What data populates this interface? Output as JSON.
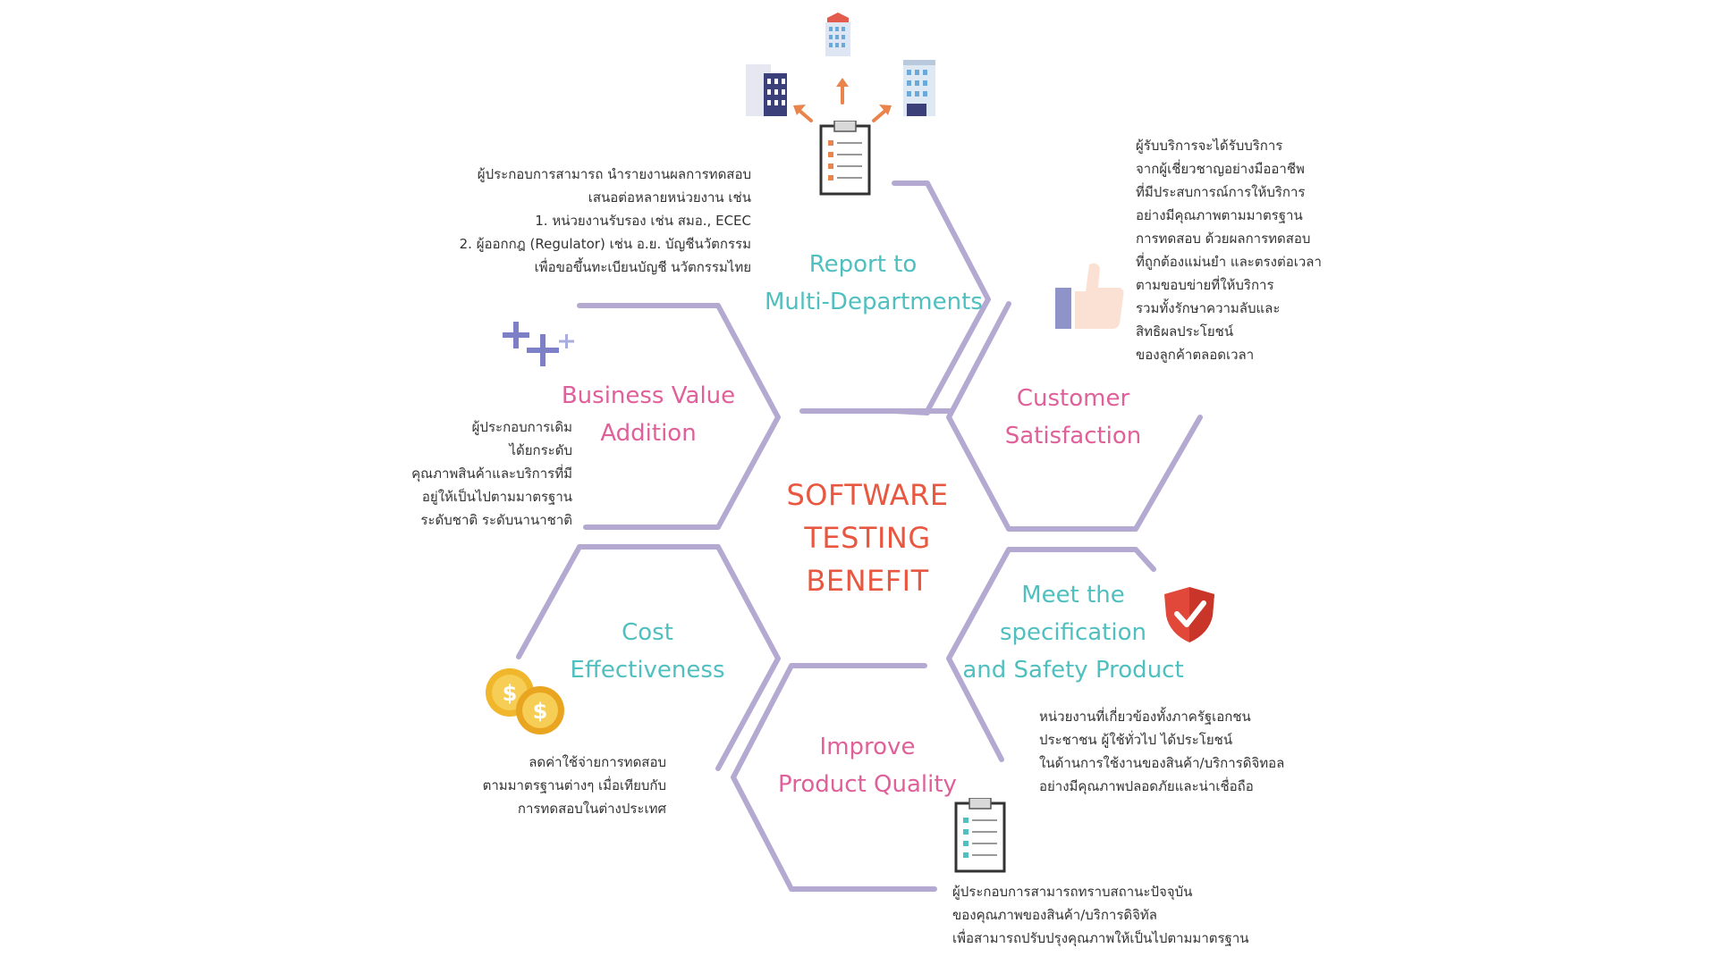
{
  "center": {
    "lines": [
      "SOFTWARE",
      "TESTING",
      "BENEFIT"
    ],
    "color": "#e8573f"
  },
  "colors": {
    "hex_line": "#b3a9d1",
    "teal": "#4fbfbf",
    "pink": "#e0609a",
    "text": "#333333"
  },
  "benefits": {
    "report": {
      "title": [
        "Report to",
        "Multi-Departments"
      ],
      "desc": [
        "ผู้ประกอบการสามารถ นำรายงานผลการทดสอบ",
        "เสนอต่อหลายหน่วยงาน เช่น",
        "1. หน่วยงานรับรอง เช่น สมอ., ECEC",
        "2. ผู้ออกกฎ (Regulator) เช่น อ.ย. บัญชีนวัตกรรม",
        "เพื่อขอขึ้นทะเบียนบัญชี นวัตกรรมไทย"
      ],
      "icons": [
        "buildings-icon",
        "up-arrows-icon",
        "clipboard-checklist-icon"
      ]
    },
    "customer": {
      "title": [
        "Customer",
        "Satisfaction"
      ],
      "desc": [
        "ผู้รับบริการจะได้รับบริการ",
        "จากผู้เชี่ยวชาญอย่างมืออาชีพ",
        "ที่มีประสบการณ์การให้บริการ",
        "อย่างมีคุณภาพตามมาตรฐาน",
        "การทดสอบ ด้วยผลการทดสอบ",
        "ที่ถูกต้องแม่นยำ และตรงต่อเวลา",
        "ตามขอบข่ายที่ให้บริการ",
        "รวมทั้งรักษาความลับและ",
        "สิทธิผลประโยชน์",
        "ของลูกค้าตลอดเวลา"
      ],
      "icons": [
        "thumbs-up-icon"
      ]
    },
    "business": {
      "title": [
        "Business Value",
        "Addition"
      ],
      "desc": [
        "ผู้ประกอบการเดิม",
        "ได้ยกระดับ",
        "คุณภาพสินค้าและบริการที่มี",
        "อยู่ให้เป็นไปตามมาตรฐาน",
        "ระดับชาติ ระดับนานาชาติ"
      ],
      "icons": [
        "plus-signs-icon"
      ]
    },
    "cost": {
      "title": [
        "Cost",
        "Effectiveness"
      ],
      "desc": [
        "ลดค่าใช้จ่ายการทดสอบ",
        "ตามมาตรฐานต่างๆ เมื่อเทียบกับ",
        "การทดสอบในต่างประเทศ"
      ],
      "icons": [
        "dollar-coins-icon"
      ]
    },
    "meet": {
      "title": [
        "Meet the",
        "specification",
        "and Safety Product"
      ],
      "desc": [
        "หน่วยงานที่เกี่ยวข้องทั้งภาครัฐเอกชน",
        "ประชาชน ผู้ใช้ทั่วไป ได้ประโยชน์",
        "ในด้านการใช้งานของสินค้า/บริการดิจิทอล",
        "อย่างมีคุณภาพปลอดภัยและน่าเชื่อถือ"
      ],
      "icons": [
        "shield-check-icon"
      ]
    },
    "improve": {
      "title": [
        "Improve",
        "Product Quality"
      ],
      "desc": [
        "ผู้ประกอบการสามารถทราบสถานะปัจจุบัน",
        "ของคุณภาพของสินค้า/บริการดิจิทัล",
        "เพื่อสามารถปรับปรุงคุณภาพให้เป็นไปตามมาตรฐาน"
      ],
      "icons": [
        "clipboard-checklist-icon"
      ]
    }
  }
}
